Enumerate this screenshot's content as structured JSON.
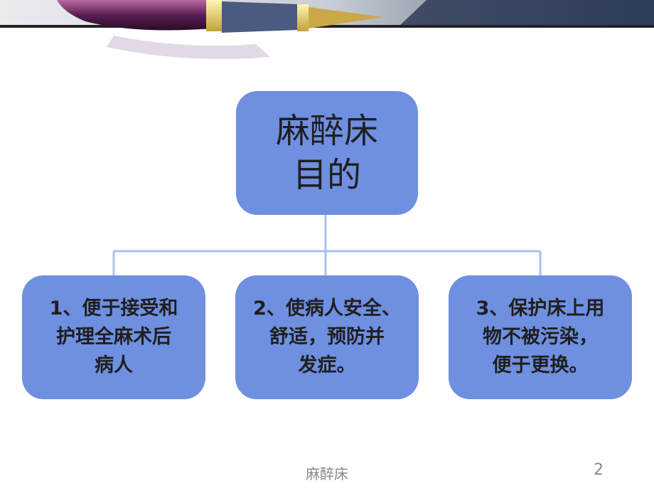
{
  "slide": {
    "root": {
      "line1": "麻醉床",
      "line2": "目的"
    },
    "children": [
      {
        "line1": "1、便于接受和",
        "line2": "护理全麻术后",
        "line3": "病人"
      },
      {
        "line1": "2、使病人安全、",
        "line2": "舒适，预防并",
        "line3": "发症。"
      },
      {
        "line1": "3、保护床上用",
        "line2": "物不被污染，",
        "line3": "便于更换。"
      }
    ]
  },
  "footer": {
    "title": "麻醉床",
    "page_number": "2"
  },
  "colors": {
    "box_fill": "#6f8fe0",
    "connector": "#a9c1ec",
    "footer_text": "#8a8a8a"
  }
}
